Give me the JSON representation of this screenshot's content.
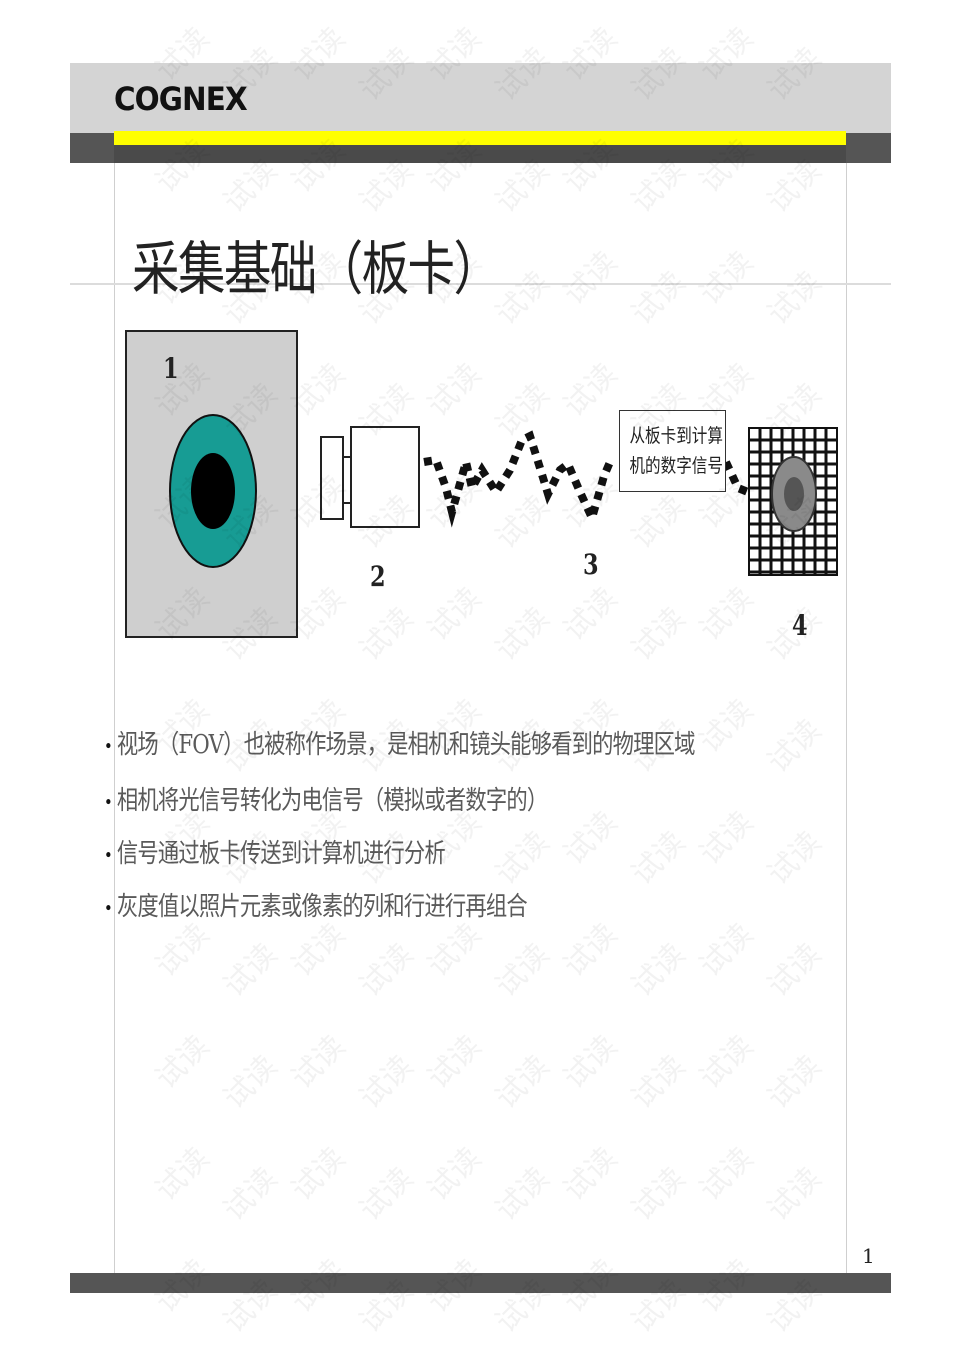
{
  "header": {
    "logo": "COGNEX"
  },
  "title": "采集基础（板卡）",
  "diagram": {
    "labels": [
      "1",
      "2",
      "3",
      "4"
    ],
    "signal_box_lines": [
      "从板卡到计算",
      "机的数字信号"
    ],
    "colors": {
      "iris": "#179c94",
      "pupil": "#000000",
      "fov_bg": "#cfcfcf"
    }
  },
  "bullets": [
    "视场（FOV）也被称作场景，是相机和镜头能够看到的物理区域",
    "相机将光信号转化为电信号（模拟或者数字的）",
    "信号通过板卡传送到计算机进行分析",
    "灰度值以照片元素或像素的列和行进行再组合"
  ],
  "page_number": "1",
  "watermark": "试读"
}
